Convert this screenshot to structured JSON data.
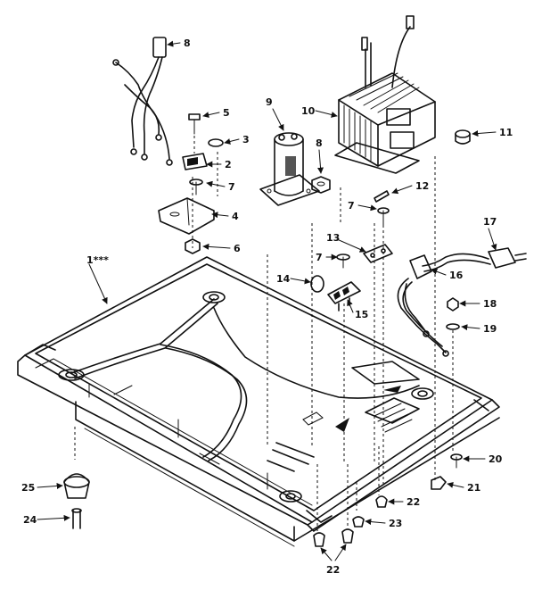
{
  "callouts": [
    {
      "id": "c1",
      "text": "1***"
    },
    {
      "id": "c2",
      "text": "2"
    },
    {
      "id": "c3",
      "text": "3"
    },
    {
      "id": "c4",
      "text": "4"
    },
    {
      "id": "c5",
      "text": "5"
    },
    {
      "id": "c6",
      "text": "6"
    },
    {
      "id": "c7a",
      "text": "7"
    },
    {
      "id": "c7b",
      "text": "7"
    },
    {
      "id": "c7c",
      "text": "7"
    },
    {
      "id": "c8a",
      "text": "8"
    },
    {
      "id": "c8b",
      "text": "8"
    },
    {
      "id": "c9",
      "text": "9"
    },
    {
      "id": "c10",
      "text": "10"
    },
    {
      "id": "c11",
      "text": "11"
    },
    {
      "id": "c12",
      "text": "12"
    },
    {
      "id": "c13",
      "text": "13"
    },
    {
      "id": "c14",
      "text": "14"
    },
    {
      "id": "c15",
      "text": "15"
    },
    {
      "id": "c16",
      "text": "16"
    },
    {
      "id": "c17",
      "text": "17"
    },
    {
      "id": "c18",
      "text": "18"
    },
    {
      "id": "c19",
      "text": "19"
    },
    {
      "id": "c20",
      "text": "20"
    },
    {
      "id": "c21",
      "text": "21"
    },
    {
      "id": "c22a",
      "text": "22"
    },
    {
      "id": "c22b",
      "text": "22"
    },
    {
      "id": "c23",
      "text": "23"
    },
    {
      "id": "c24",
      "text": "24"
    },
    {
      "id": "c25",
      "text": "25"
    }
  ]
}
